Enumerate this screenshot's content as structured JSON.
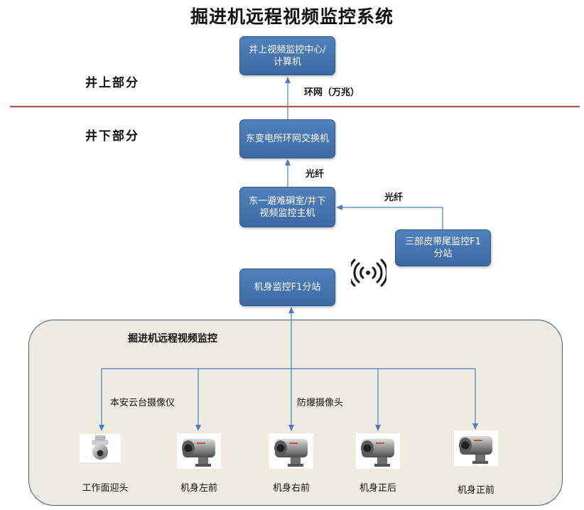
{
  "title": "掘进机远程视频监控系统",
  "zones": {
    "above": "井上部分",
    "below": "井下部分"
  },
  "nodes": {
    "surface_center": "井上视频监控中心/计算机",
    "substation_switch": "东变电所环网交换机",
    "refuge_host": "东一避难硐室/井下视频监控主机",
    "belt_station": "三部皮带尾监控F1分站",
    "machine_station": "机身监控F1分站"
  },
  "links": {
    "ring": "环网（万兆）",
    "fiber_1": "光纤",
    "fiber_2": "光纤"
  },
  "panel": {
    "title": "掘进机远程视频监控",
    "ptz_camera": "本安云台摄像仪",
    "explosion_proof": "防爆摄像头"
  },
  "cameras": [
    {
      "label": "工作面迎头",
      "icon": "dome-camera-icon"
    },
    {
      "label": "机身左前",
      "icon": "bullet-camera-icon"
    },
    {
      "label": "机身右前",
      "icon": "bullet-camera-icon"
    },
    {
      "label": "机身正后",
      "icon": "bullet-camera-icon"
    },
    {
      "label": "机身正前",
      "icon": "bullet-camera-icon"
    }
  ],
  "colors": {
    "node_fill": "#4f81bd",
    "connector": "#4a7ebb",
    "divider": "#c0504d",
    "panel_fill": "#eeece1"
  }
}
